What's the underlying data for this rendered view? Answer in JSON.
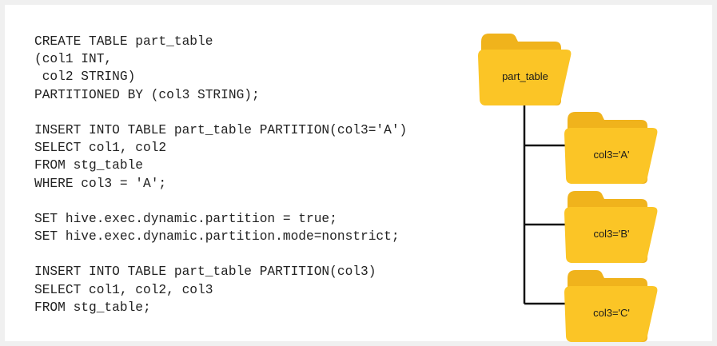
{
  "code": {
    "statements": [
      {
        "lines": [
          "CREATE TABLE part_table",
          "(col1 INT,",
          " col2 STRING)",
          "PARTITIONED BY (col3 STRING);"
        ]
      },
      {
        "lines": [
          "INSERT INTO TABLE part_table PARTITION(col3='A')",
          "SELECT col1, col2",
          "FROM stg_table",
          "WHERE col3 = 'A';"
        ]
      },
      {
        "lines": [
          "SET hive.exec.dynamic.partition = true;",
          "SET hive.exec.dynamic.partition.mode=nonstrict;"
        ]
      },
      {
        "lines": [
          "INSERT INTO TABLE part_table PARTITION(col3)",
          "SELECT col1, col2, col3",
          "FROM stg_table;"
        ]
      }
    ]
  },
  "tree": {
    "root": {
      "label": "part_table",
      "icon": "folder-icon"
    },
    "children": [
      {
        "label": "col3='A'",
        "icon": "folder-icon"
      },
      {
        "label": "col3='B'",
        "icon": "folder-icon"
      },
      {
        "label": "col3='C'",
        "icon": "folder-icon"
      }
    ]
  },
  "colors": {
    "folder_back": "#f0b31c",
    "folder_front": "#fbc526",
    "connector": "#111111",
    "code_text": "#222222"
  }
}
